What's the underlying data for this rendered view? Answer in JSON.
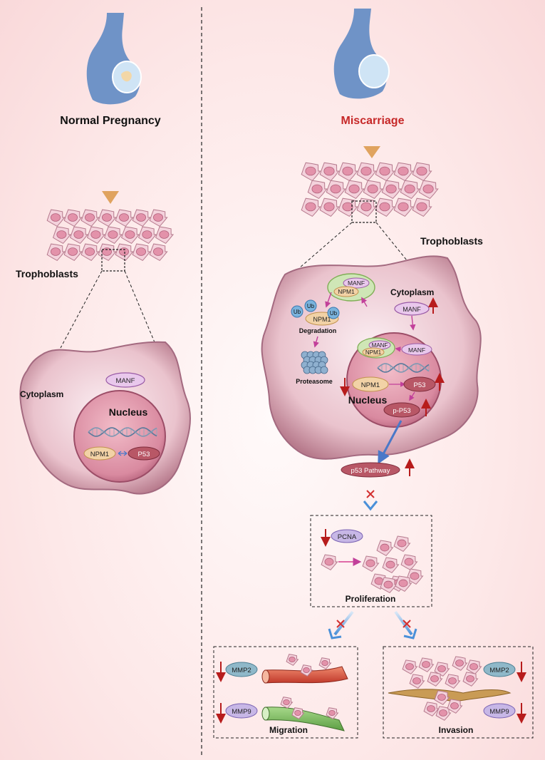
{
  "left": {
    "title": "Normal Pregnancy",
    "trophoblasts": "Trophoblasts",
    "cytoplasm": "Cytoplasm",
    "nucleus": "Nucleus",
    "manf": "MANF",
    "npm1": "NPM1",
    "p53": "P53"
  },
  "right": {
    "title": "Miscarriage",
    "trophoblasts": "Trophoblasts",
    "cytoplasm": "Cytoplasm",
    "nucleus": "Nucleus",
    "manf_complex": "MANF",
    "npm1_complex": "NPM1",
    "ub": "Ub",
    "npm1_ub": "NPM1",
    "degradation": "Degradation",
    "proteasome": "Proteasome",
    "manf_cyto": "MANF",
    "manf_nuc_a": "MANF",
    "npm1_nuc_a": "NPM1",
    "manf_nuc_b": "MANF",
    "npm1_nuc": "NPM1",
    "p53": "P53",
    "pp53": "p-P53",
    "p53_pathway": "p53 Pathway",
    "pcna": "PCNA",
    "proliferation": "Proliferation",
    "mmp2": "MMP2",
    "mmp9": "MMP9",
    "migration": "Migration",
    "invasion": "Invasion"
  },
  "colors": {
    "title_left": "#111111",
    "title_right": "#c62828",
    "up_arrow": "#b71c1c",
    "flow_arrow": "#e0a35f",
    "blue_arrow": "#4a90d9",
    "cell_membrane": "#c58a9a"
  }
}
